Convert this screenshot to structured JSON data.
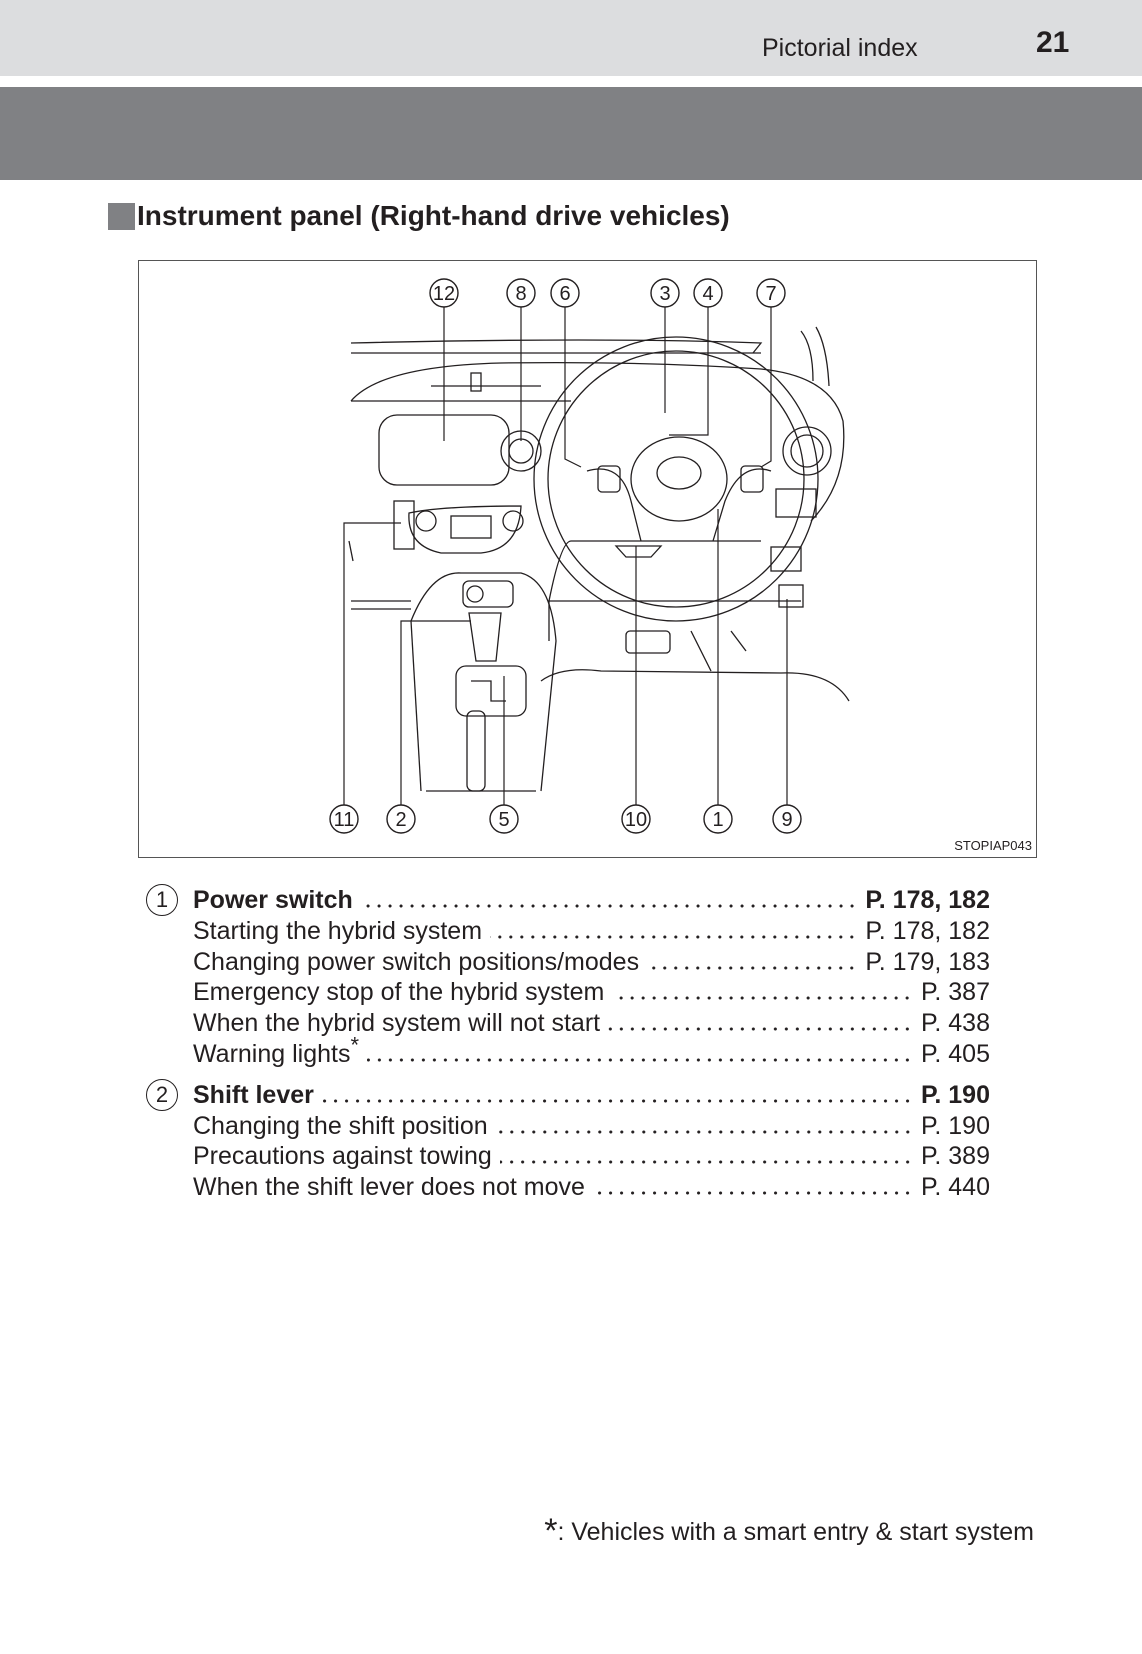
{
  "header": {
    "section": "Pictorial index",
    "page_number": "21"
  },
  "title": "Instrument panel (Right-hand drive vehicles)",
  "figure": {
    "code": "STOPIAP043",
    "callouts_top": [
      "12",
      "8",
      "6",
      "3",
      "4",
      "7"
    ],
    "callouts_bottom": [
      "11",
      "2",
      "5",
      "10",
      "1",
      "9"
    ]
  },
  "items": [
    {
      "number": "1",
      "label": "Power switch",
      "page": "P. 178, 182",
      "subitems": [
        {
          "label": "Starting the hybrid system",
          "page": "P. 178, 182"
        },
        {
          "label": "Changing power switch positions/modes",
          "page": "P. 179, 183"
        },
        {
          "label": "Emergency stop of the hybrid system",
          "page": "P. 387"
        },
        {
          "label": "When the hybrid system will not start",
          "page": "P. 438"
        },
        {
          "label": "Warning lights",
          "mark": "*",
          "page": "P. 405"
        }
      ]
    },
    {
      "number": "2",
      "label": "Shift lever",
      "page": "P. 190",
      "subitems": [
        {
          "label": "Changing the shift position",
          "page": "P. 190"
        },
        {
          "label": "Precautions against towing",
          "page": "P. 389"
        },
        {
          "label": "When the shift lever does not move",
          "page": "P. 440"
        }
      ]
    }
  ],
  "footnote": {
    "mark": "*",
    "text": ": Vehicles with a smart entry & start system"
  }
}
